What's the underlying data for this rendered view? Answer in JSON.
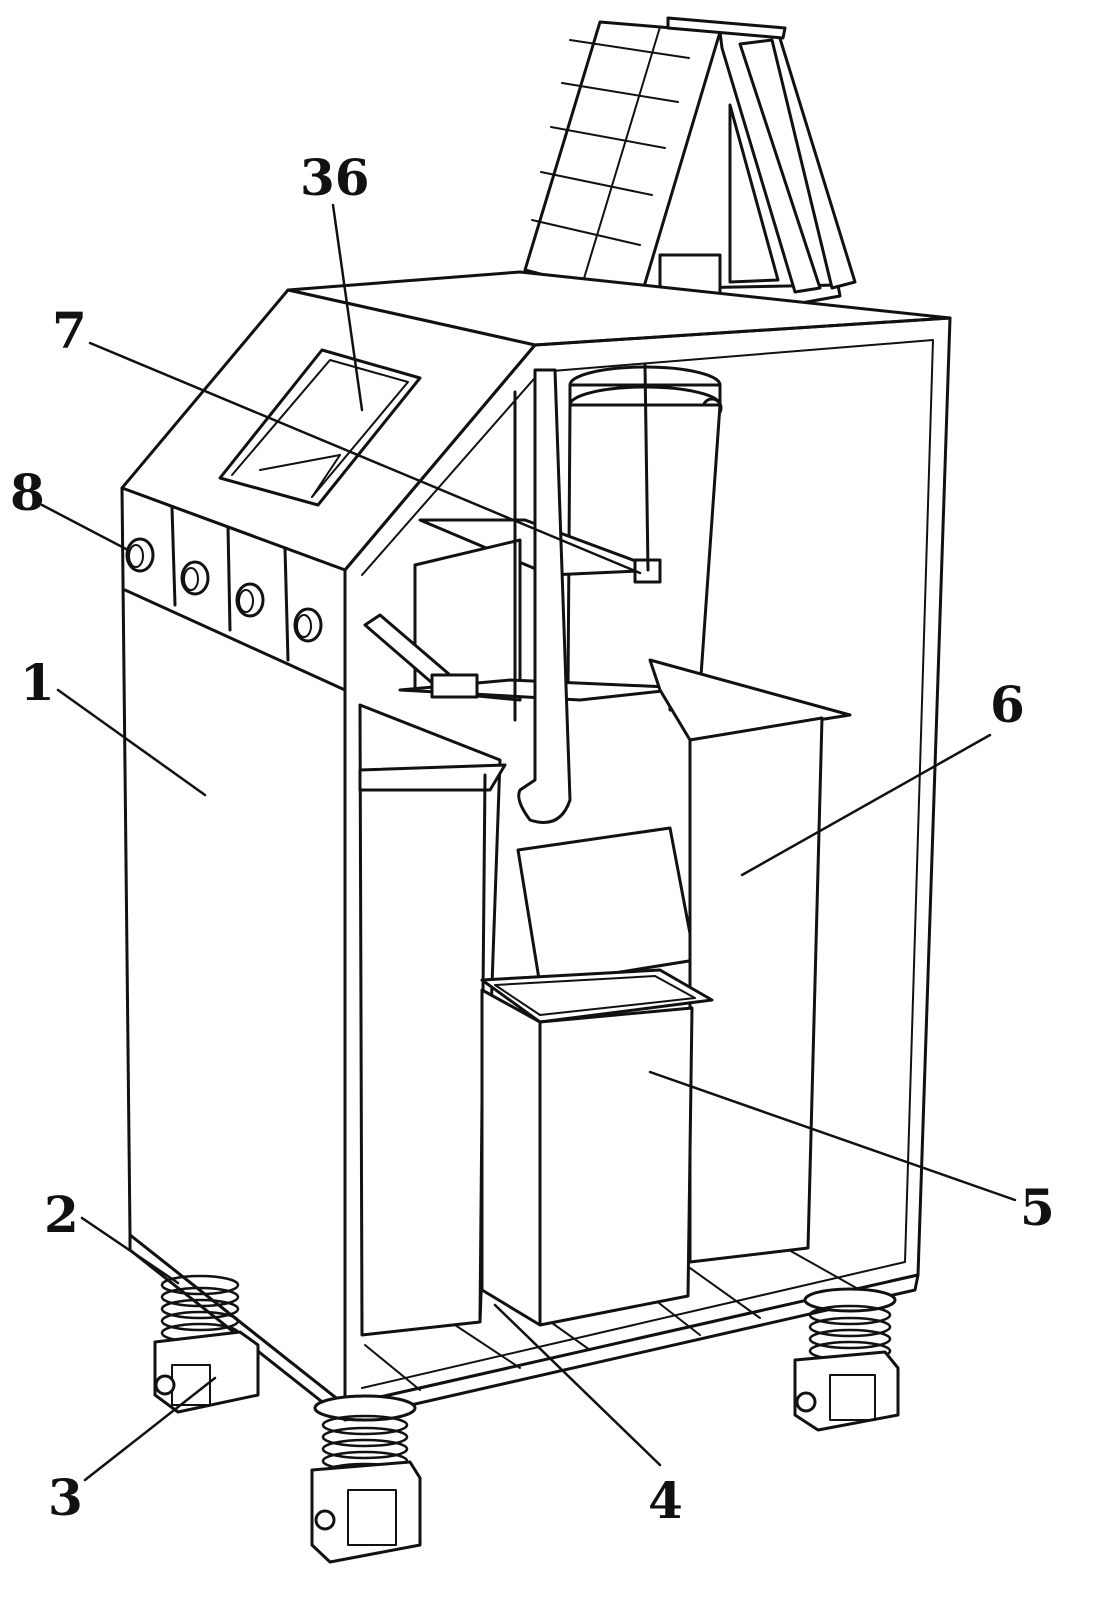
{
  "labels": {
    "n36": "36",
    "n7": "7",
    "n8": "8",
    "n1": "1",
    "n6": "6",
    "n2": "2",
    "n5": "5",
    "n3": "3",
    "n4": "4"
  },
  "colors": {
    "line": "#111111",
    "background": "#ffffff"
  }
}
